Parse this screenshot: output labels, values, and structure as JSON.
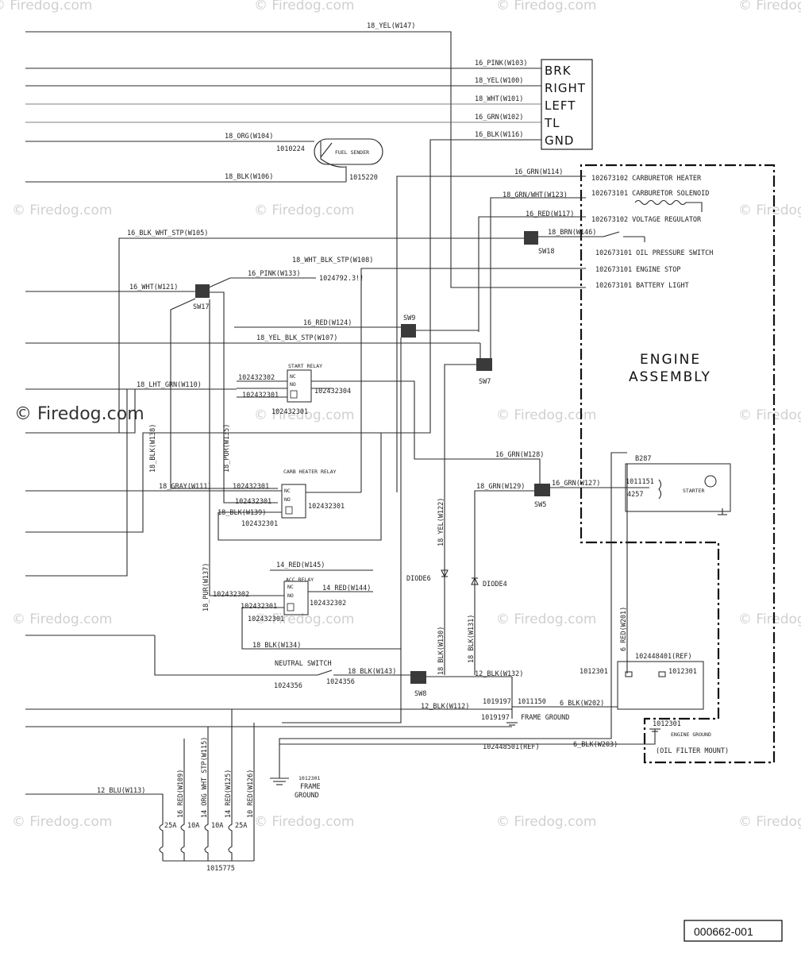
{
  "watermark": "© Firedog.com",
  "reference_id": "000662-001",
  "terminal_block": {
    "rows": [
      "BRK",
      "RIGHT",
      "LEFT",
      "TL",
      "GND"
    ]
  },
  "engine_assembly": {
    "line1": "ENGINE",
    "line2": "ASSEMBLY",
    "components": [
      "102673102 CARBURETOR HEATER",
      "102673101 CARBURETOR SOLENOID",
      "102673102 VOLTAGE REGULATOR",
      "102673101 OIL PRESSURE SWITCH",
      "102673101 ENGINE STOP",
      "102673101 BATTERY LIGHT"
    ]
  },
  "wires": {
    "w147": "18_YEL(W147)",
    "w103": "16_PINK(W103)",
    "w100": "18_YEL(W100)",
    "w101": "18_WHT(W101)",
    "w102": "16_GRN(W102)",
    "w116": "16_BLK(W116)",
    "w104": "18_ORG(W104)",
    "w106": "18_BLK(W106)",
    "w114": "16_GRN(W114)",
    "w123": "18_GRN/WHT(W123)",
    "w117": "16_RED(W117)",
    "w146": "18_BRN(W146)",
    "w105": "16_BLK_WHT_STP(W105)",
    "w108": "18_WHT_BLK_STP(W108)",
    "w133": "16_PINK(W133)",
    "w121": "16_WHT(W121)",
    "w124": "16_RED(W124)",
    "w107": "18_YEL_BLK_STP(W107)",
    "w110": "18_LHT_GRN(W110)",
    "w138": "18_BLK(W138)",
    "w135": "18_PUR(W135)",
    "w111": "18_GRAY(W111)",
    "w139": "18_BLK(W139)",
    "w128": "16_GRN(W128)",
    "w129": "18_GRN(W129)",
    "w127": "16_GRN(W127)",
    "w122": "18_YEL(W122)",
    "w145": "14_RED(W145)",
    "w144": "14_RED(W144)",
    "w137": "18_PUR(W137)",
    "w134": "18_BLK(W134)",
    "w130": "18_BLK(W130)",
    "w131": "18_BLK(W131)",
    "w143": "18_BLK(W143)",
    "w132": "12_BLK(W132)",
    "w112": "12_BLK(W112)",
    "w201": "6_RED(W201)",
    "w202": "6_BLK(W202)",
    "w203": "6_BLK(W203)",
    "w113": "12_BLU(W113)",
    "w109": "16_RED(W109)",
    "w115": "14_ORG_WHT_STP(W115)",
    "w125": "14_RED(W125)",
    "w126": "10_RED(W126)"
  },
  "parts": {
    "fuel_sender": "FUEL SENDER",
    "fuel_id1": "1010224",
    "fuel_id2": "1015220",
    "p1024792": "1024792.3!!",
    "start_relay": "START RELAY",
    "carb_heater_relay": "CARB HEATER RELAY",
    "acc_relay": "ACC RELAY",
    "nc": "NC",
    "no": "NO",
    "r302a": "102432302",
    "r301a": "102432301",
    "r304": "102432304",
    "r301b": "102432301",
    "r301c": "102432301",
    "r301d": "102432301",
    "r301e": "102432301",
    "r301f": "102432301",
    "r301g": "102432301",
    "r302b": "102432302",
    "r302c": "102432302",
    "r301h": "102432301",
    "sw17": "SW17",
    "sw18": "SW18",
    "sw9": "SW9",
    "sw7": "SW7",
    "sw5": "SW5",
    "sw8": "SW8",
    "diode6": "DIODE6",
    "diode4": "DIODE4",
    "neutral_switch": "NEUTRAL SWITCH",
    "ns_id1": "1024356",
    "ns_id2": "1024356",
    "starter": "STARTER",
    "b287": "B287",
    "s1011151": "1011151",
    "s4257": "4257",
    "battery_ref": "102448401(REF)",
    "bat1": "1012301",
    "bat2": "1012301",
    "fg1": "1019197",
    "fg2": "1011150",
    "fg3": "1019197",
    "frame_ground1": "FRAME GROUND",
    "eg_id": "1012301",
    "engine_ground": "ENGINE GROUND",
    "oil_filter_mount": "(OIL FILTER MOUNT)",
    "bat_ref2": "102448501(REF)",
    "fg2_id": "1012301",
    "frame": "FRAME",
    "ground": "GROUND",
    "fuse_block": "1015775",
    "fuse1": "25A",
    "fuse2": "10A",
    "fuse3": "10A",
    "fuse4": "25A"
  }
}
